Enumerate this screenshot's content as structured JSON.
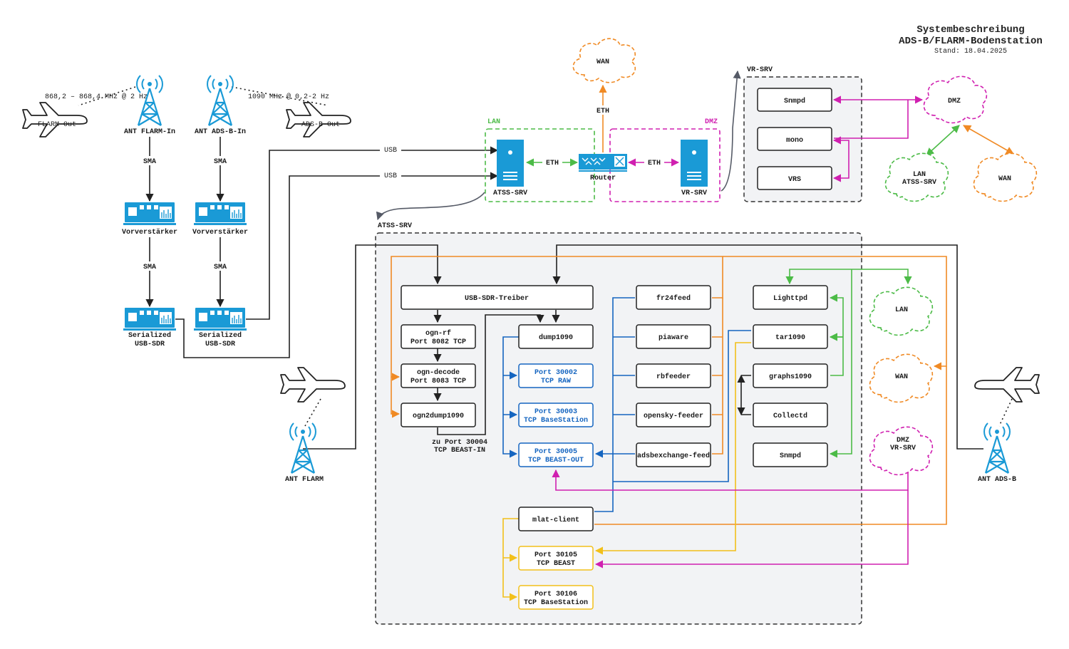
{
  "header": {
    "title_line1": "Systembeschreibung",
    "title_line2": "ADS-B/FLARM-Bodenstation",
    "date": "Stand: 18.04.2025"
  },
  "antennas": {
    "flarm_in": "ANT FLARM-In",
    "adsb_in": "ANT ADS-B-In",
    "flarm": "ANT FLARM",
    "adsb": "ANT ADS-B"
  },
  "planes": {
    "flarm_out": "FLARM-Out",
    "adsb_out": "ADS-B-Out"
  },
  "frequencies": {
    "flarm": "868,2 – 868,4 MHz @ 2 Hz",
    "adsb": "1090 MHz @ 0,2-2 Hz"
  },
  "links": {
    "sma": "SMA",
    "usb": "USB",
    "eth": "ETH"
  },
  "hardware": {
    "preamp": "Vorverstärker",
    "sdr_line1": "Serialized",
    "sdr_line2": "USB-SDR"
  },
  "network": {
    "lan_zone": "LAN",
    "dmz_zone": "DMZ",
    "atss_srv": "ATSS-SRV",
    "vr_srv": "VR-SRV",
    "router": "Router",
    "wan": "WAN"
  },
  "vr_srv": {
    "title": "VR-SRV",
    "services": [
      "Snmpd",
      "mono",
      "VRS"
    ]
  },
  "clouds": {
    "dmz": "DMZ",
    "lan_atss_line1": "LAN",
    "lan_atss_line2": "ATSS-SRV",
    "wan": "WAN",
    "lan": "LAN",
    "dmz_vr_line1": "DMZ",
    "dmz_vr_line2": "VR-SRV"
  },
  "atss": {
    "title": "ATSS-SRV",
    "usb_driver": "USB-SDR-Treiber",
    "ogn_rf_line1": "ogn-rf",
    "ogn_rf_line2": "Port 8082 TCP",
    "ogn_decode_line1": "ogn-decode",
    "ogn_decode_line2": "Port 8083 TCP",
    "ogn2dump": "ogn2dump1090",
    "dump1090": "dump1090",
    "port30002_line1": "Port 30002",
    "port30002_line2": "TCP RAW",
    "port30003_line1": "Port 30003",
    "port30003_line2": "TCP BaseStation",
    "port30005_line1": "Port 30005",
    "port30005_line2": "TCP BEAST-OUT",
    "zu_port_line1": "zu Port 30004",
    "zu_port_line2": "TCP BEAST-IN",
    "feeders": [
      "fr24feed",
      "piaware",
      "rbfeeder",
      "opensky-feeder",
      "adsbexchange-feed"
    ],
    "services": [
      "Lighttpd",
      "tar1090",
      "graphs1090",
      "Collectd",
      "Snmpd"
    ],
    "mlat": "mlat-client",
    "port30105_line1": "Port 30105",
    "port30105_line2": "TCP BEAST",
    "port30106_line1": "Port 30106",
    "port30106_line2": "TCP BaseStation"
  },
  "colors": {
    "black": "#222222",
    "orange": "#f08a24",
    "green": "#4cbb47",
    "magenta": "#d020b0",
    "blue": "#1565c0",
    "yellow": "#f2c01a",
    "device_blue": "#1a9ad6"
  }
}
